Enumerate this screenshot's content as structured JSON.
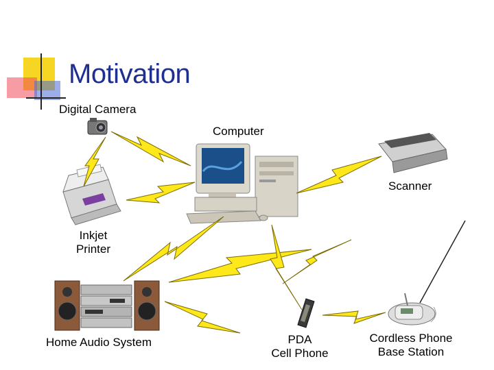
{
  "slide": {
    "title": "Motivation"
  },
  "devices": {
    "camera": {
      "label": "Digital Camera"
    },
    "computer": {
      "label": "Computer"
    },
    "scanner": {
      "label": "Scanner"
    },
    "printer": {
      "line1": "Inkjet",
      "line2": "Printer"
    },
    "audio": {
      "label": "Home Audio System"
    },
    "pda": {
      "line1": "PDA",
      "line2": "Cell Phone"
    },
    "cordless": {
      "line1": "Cordless Phone",
      "line2": "Base Station"
    }
  },
  "colors": {
    "title": "#1f2f8f",
    "bolt_fill": "#ffe81a",
    "bolt_stroke": "#7a6a00",
    "deco_yellow": "#f5d20a",
    "deco_red": "#f04a5a",
    "deco_blue": "#4a6ad8"
  }
}
